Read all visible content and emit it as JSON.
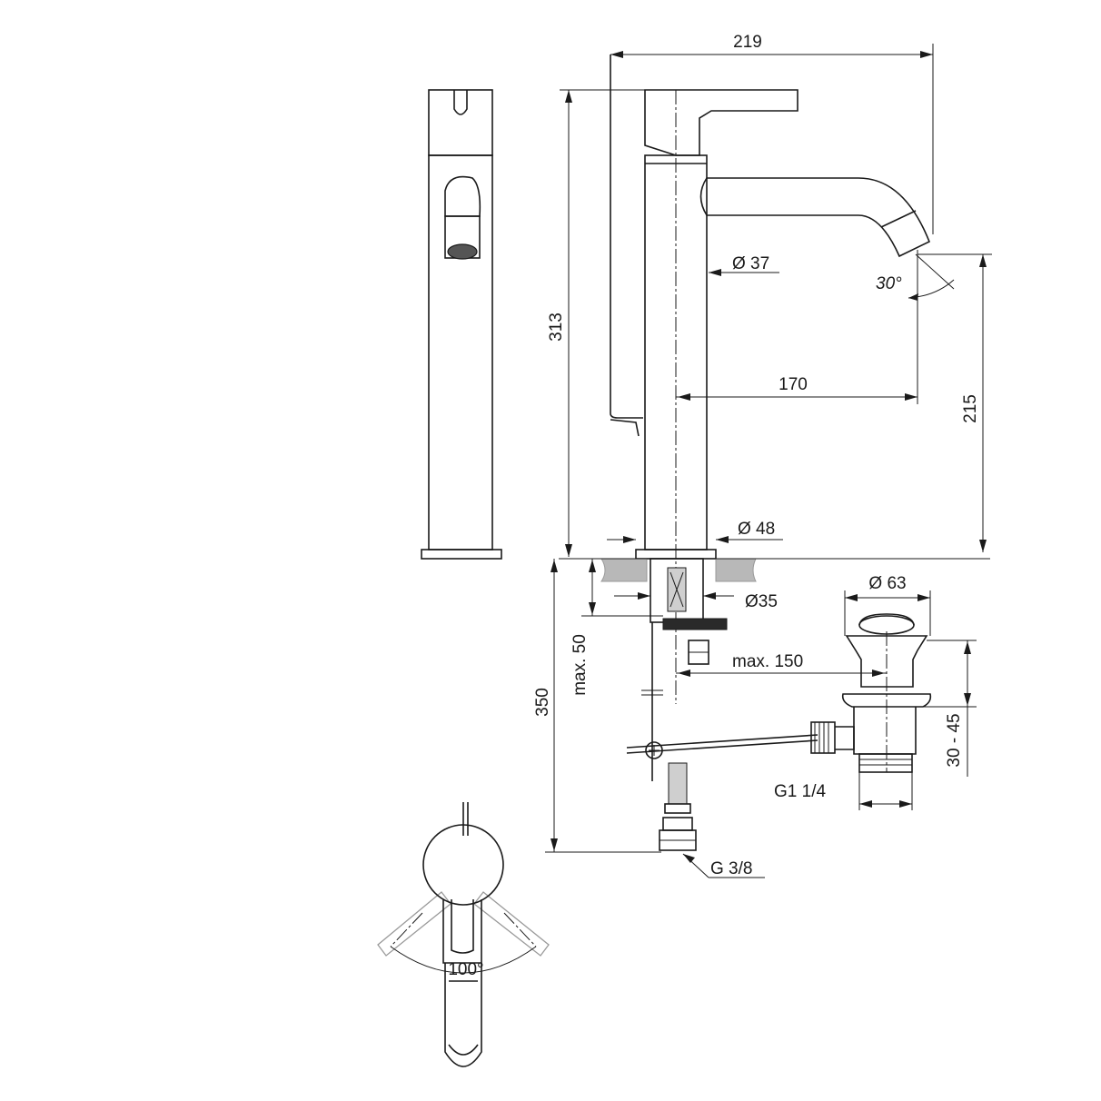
{
  "dimensions": {
    "overall_length": "219",
    "total_height": "313",
    "body_diameter": "Ø 37",
    "spout_angle": "30°",
    "spout_reach": "170",
    "spout_height": "215",
    "base_diameter": "Ø 48",
    "hole_diameter": "Ø35",
    "waste_diameter": "Ø 63",
    "max_reach_waste": "max. 150",
    "below_deck": "350",
    "max_deck_thickness": "max. 50",
    "waste_range": "30 - 45",
    "waste_thread": "G1 1/4",
    "supply_thread": "G 3/8",
    "lever_rotation": "100°"
  }
}
